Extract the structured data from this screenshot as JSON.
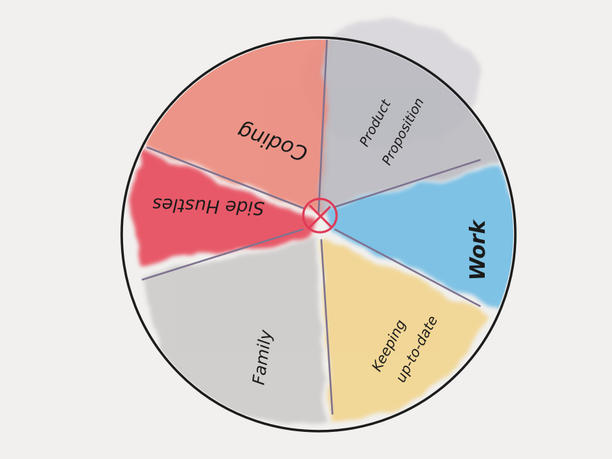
{
  "diagram": {
    "segments": [
      {
        "key": "coding",
        "label": "Coding",
        "color": "#ec8a7c"
      },
      {
        "key": "product-proposition",
        "label_line1": "Product",
        "label_line2": "Proposition",
        "color": "#b9b9c0"
      },
      {
        "key": "work",
        "label": "Work",
        "color": "#78bfe4"
      },
      {
        "key": "keeping-up-to-date",
        "label_line1": "Keeping",
        "label_line2": "up-to-date",
        "color": "#f1d48e"
      },
      {
        "key": "family",
        "label": "Family",
        "color": "#cdcbc9"
      },
      {
        "key": "side-hustles",
        "label": "Side Hustles",
        "color": "#e6495a"
      }
    ],
    "outline_color": "#1c1c1c",
    "divider_color": "#7f7390",
    "center_mark_color": "#e03b57"
  }
}
